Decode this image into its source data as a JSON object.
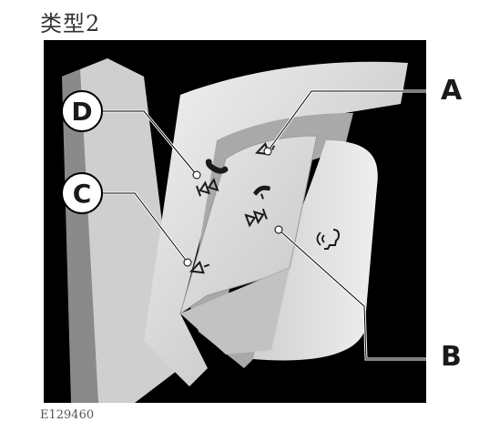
{
  "heading": "类型2",
  "figure_ref": "E129460",
  "callouts": {
    "a": "A",
    "b": "B",
    "c": "C",
    "d": "D"
  },
  "icons": {
    "phone_accept": "phone-accept-icon",
    "phone_end": "phone-end-icon",
    "volume_up": "volume-up-icon",
    "volume_down": "volume-down-icon",
    "seek_back": "seek-back-icon",
    "seek_forward": "seek-forward-icon",
    "voice_command": "voice-command-icon"
  },
  "colors": {
    "background": "#000000",
    "panel": "#d9d9d9",
    "leader_line": "#ffffff"
  }
}
